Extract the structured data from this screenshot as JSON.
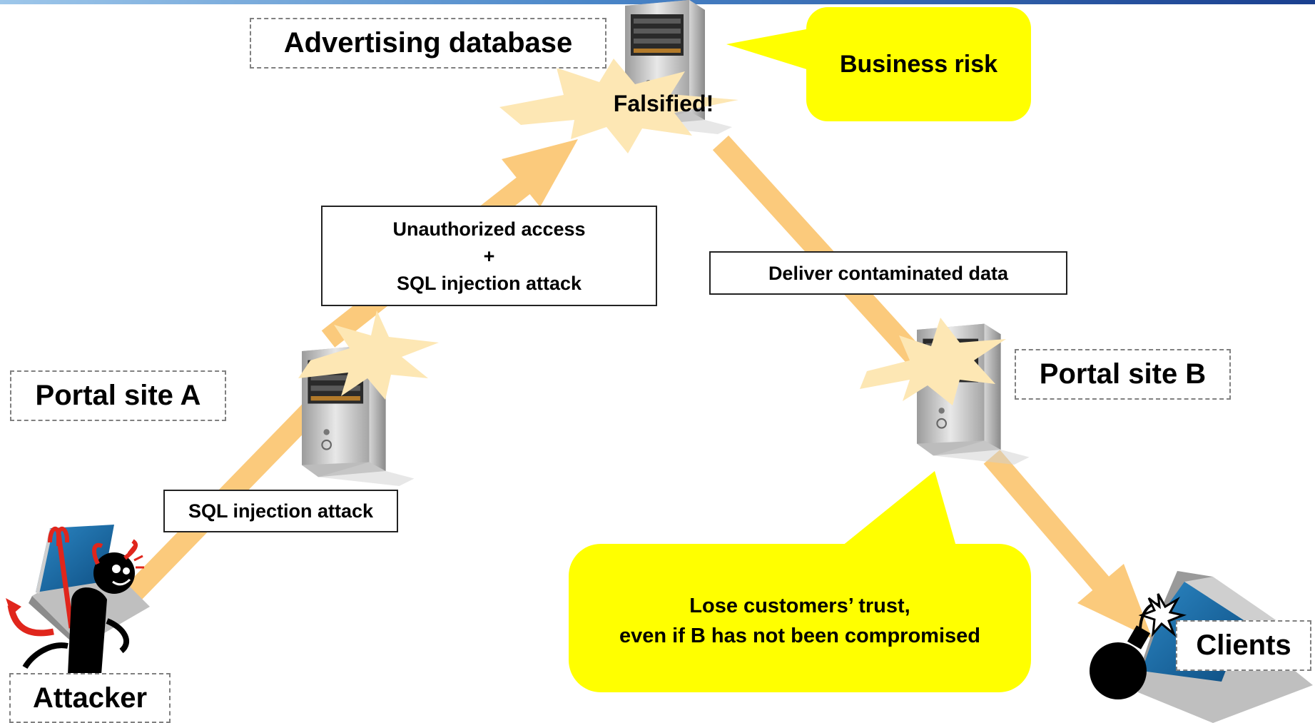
{
  "labels": {
    "advertising_database": "Advertising database",
    "portal_site_a": "Portal site A",
    "portal_site_b": "Portal site B",
    "attacker": "Attacker",
    "clients": "Clients"
  },
  "boxes": {
    "unauthorized_line1": "Unauthorized access",
    "unauthorized_line2": "+",
    "unauthorized_line3": "SQL injection attack",
    "sql_injection": "SQL injection attack",
    "deliver": "Deliver contaminated data"
  },
  "callouts": {
    "business_risk": "Business risk",
    "lose_trust_line1": "Lose customers’ trust,",
    "lose_trust_line2": "even if B has not been compromised"
  },
  "bursts": {
    "falsified": "Falsified!"
  },
  "colors": {
    "arrow": "#fbca7c",
    "callout": "#ffff00",
    "burst": "#fde7b4",
    "server_body": "#c9c9c9",
    "screen": "#1d6fa8",
    "devil": "#000000",
    "devil_accent": "#e0261c"
  },
  "icons": [
    "server-icon",
    "laptop-icon",
    "devil-icon",
    "bomb-icon",
    "explosion-icon"
  ]
}
